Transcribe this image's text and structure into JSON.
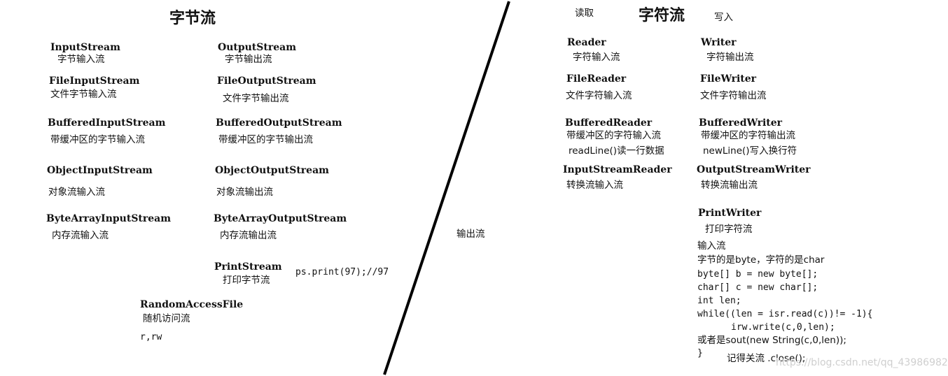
{
  "byte_stream": {
    "title": "字节流",
    "input_stream": {
      "name": "InputStream",
      "desc": "字节输入流"
    },
    "output_stream": {
      "name": "OutputStream",
      "desc": "字节输出流"
    },
    "file_input_stream": {
      "name": "FileInputStream",
      "desc": "文件字节输入流"
    },
    "file_output_stream": {
      "name": "FileOutputStream",
      "desc": "文件字节输出流"
    },
    "buffered_input_stream": {
      "name": "BufferedInputStream",
      "desc": "带缓冲区的字节输入流"
    },
    "buffered_output_stream": {
      "name": "BufferedOutputStream",
      "desc": "带缓冲区的字节输出流"
    },
    "object_input_stream": {
      "name": "ObjectInputStream",
      "desc": "对象流输入流"
    },
    "object_output_stream": {
      "name": "ObjectOutputStream",
      "desc": "对象流输出流"
    },
    "byte_array_input_stream": {
      "name": "ByteArrayInputStream",
      "desc": "内存流输入流"
    },
    "byte_array_output_stream": {
      "name": "ByteArrayOutputStream",
      "desc": "内存流输出流"
    },
    "print_stream": {
      "name": "PrintStream",
      "desc": "打印字节流",
      "note": "ps.print(97);//97"
    },
    "random_access_file": {
      "name": "RandomAccessFile",
      "desc": "随机访问流",
      "modes": "r,rw"
    }
  },
  "middle": {
    "output_label": "输出流"
  },
  "char_stream": {
    "title": "字符流",
    "read_label": "读取",
    "write_label": "写入",
    "reader": {
      "name": "Reader",
      "desc": "字符输入流"
    },
    "writer": {
      "name": "Writer",
      "desc": "字符输出流"
    },
    "file_reader": {
      "name": "FileReader",
      "desc": "文件字符输入流"
    },
    "file_writer": {
      "name": "FileWriter",
      "desc": "文件字符输出流"
    },
    "buffered_reader": {
      "name": "BufferedReader",
      "desc": "带缓冲区的字符输入流",
      "note": "readLine()读一行数据"
    },
    "buffered_writer": {
      "name": "BufferedWriter",
      "desc": "带缓冲区的字符输出流",
      "note": "newLine()写入换行符"
    },
    "input_stream_reader": {
      "name": "InputStreamReader",
      "desc": "转换流输入流"
    },
    "output_stream_writer": {
      "name": "OutputStreamWriter",
      "desc": "转换流输出流"
    },
    "print_writer": {
      "name": "PrintWriter",
      "desc": "打印字符流"
    },
    "code_notes": {
      "line1": "输入流",
      "line2": "字节的是byte，字符的是char",
      "line3": "byte[] b = new byte[];",
      "line4": "char[] c = new char[];",
      "line5": "int len;",
      "line6": "while((len = isr.read(c))!= -1){",
      "line7": "irw.write(c,0,len);",
      "line8": "或者是sout(new String(c,0,len));",
      "line9": "}",
      "close_note": "记得关流 .close();"
    }
  },
  "watermark": "https://blog.csdn.net/qq_43986982"
}
